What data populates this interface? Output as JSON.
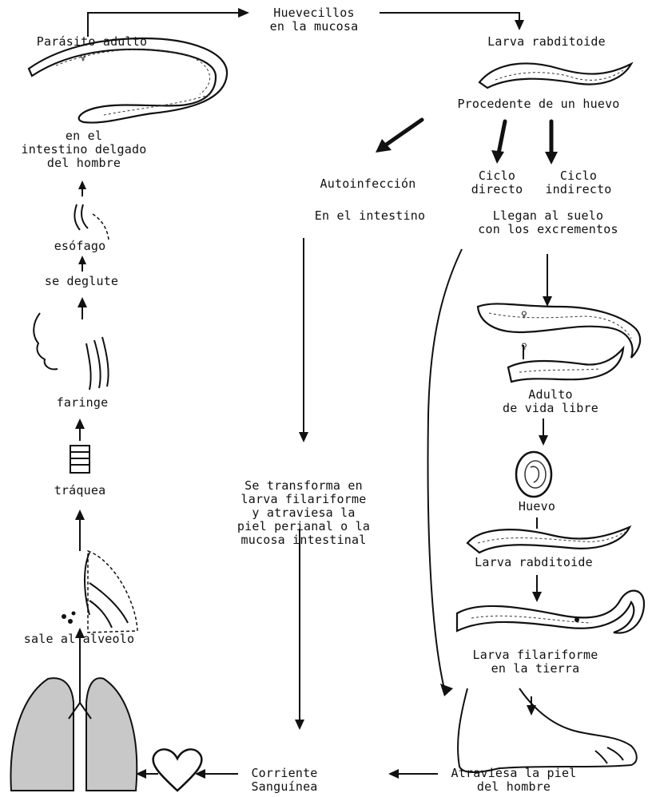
{
  "diagram": {
    "labels": {
      "eggs_mucosa_1": "Huevecillos",
      "eggs_mucosa_2": "en la mucosa",
      "adult_parasite": "Parásito adulto",
      "female_symbol_1": "♀",
      "small_intestine_1": "en el",
      "small_intestine_2": "intestino delgado",
      "small_intestine_3": "del hombre",
      "rhabditoid_larva_top": "Larva rabditoide",
      "from_egg": "Procedente de un huevo",
      "autoinfection": "Autoinfección",
      "direct_cycle_1": "Ciclo",
      "direct_cycle_2": "directo",
      "indirect_cycle_1": "Ciclo",
      "indirect_cycle_2": "indirecto",
      "in_intestine": "En el intestino",
      "reach_soil_1": "Llegan al suelo",
      "reach_soil_2": "con los excrementos",
      "esophagus": "esófago",
      "swallowed": "se deglute",
      "pharynx": "faringe",
      "trachea": "tráquea",
      "alveolus": "sale al alveolo",
      "transforms_1": "Se transforma en",
      "transforms_2": "larva filariforme",
      "transforms_3": "y atraviesa la",
      "transforms_4": "piel perianal o la",
      "transforms_5": "mucosa intestinal",
      "free_living_1": "Adulto",
      "free_living_2": "de vida libre",
      "female_symbol_2": "♀",
      "male_symbol": "♀",
      "egg": "Huevo",
      "rhabditoid_larva_mid": "Larva rabditoide",
      "filariform_larva_1": "Larva filariforme",
      "filariform_larva_2": "en la tierra",
      "bloodstream_1": "Corriente",
      "bloodstream_2": "Sanguínea",
      "crosses_skin_1": "Atraviesa la piel",
      "crosses_skin_2": "del hombre"
    }
  }
}
